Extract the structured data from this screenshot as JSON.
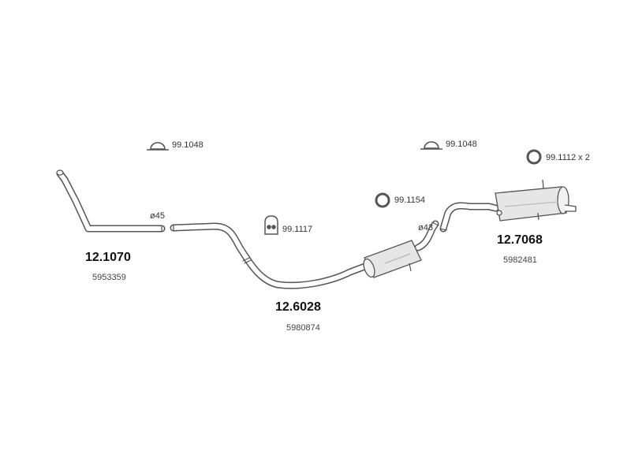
{
  "parts": [
    {
      "part_number": "12.1070",
      "oe_number": "5953359",
      "description_diameter": "ø45"
    },
    {
      "part_number": "12.6028",
      "oe_number": "5980874",
      "description_diameter": "ø43"
    },
    {
      "part_number": "12.7068",
      "oe_number": "5982481"
    }
  ],
  "accessories": {
    "clamp_left": "99.1048",
    "clamp_right": "99.1048",
    "hanger": "99.1117",
    "ring_middle": "99.1154",
    "ring_right": "99.1112 x 2"
  },
  "colors": {
    "line": "#555555",
    "fill": "#e6e6e6",
    "text": "#333333"
  }
}
